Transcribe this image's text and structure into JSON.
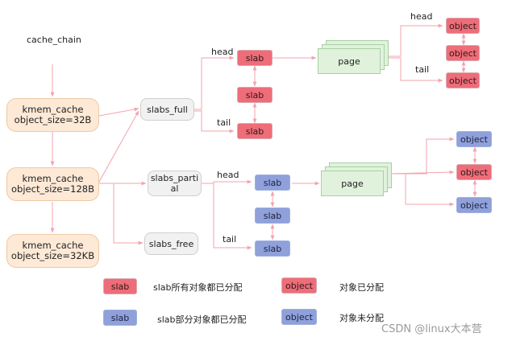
{
  "labels": {
    "cache_chain": "cache_chain",
    "head": "head",
    "tail": "tail"
  },
  "kmem": [
    {
      "line1": "kmem_cache",
      "line2": "object_size=32B"
    },
    {
      "line1": "kmem_cache",
      "line2": "object_size=128B"
    },
    {
      "line1": "kmem_cache",
      "line2": "object_size=32KB"
    }
  ],
  "lists": {
    "full": "slabs_full",
    "partial_line1": "slabs_parti",
    "partial_line2": "al",
    "free": "slabs_free"
  },
  "slab_label": "slab",
  "page_label": "page",
  "object_label": "object",
  "legend": {
    "full_slab": "slab所有对象都已分配",
    "partial_slab": "slab部分对象都已分配",
    "allocated_object": "对象已分配",
    "free_object": "对象未分配"
  },
  "watermark": "CSDN @linux大本营",
  "colors": {
    "allocated": "#ef6c79",
    "free": "#8fa0da",
    "kmem_fill": "#fde9d6",
    "page_fill": "#e0f2dc",
    "list_fill": "#f1f1f1",
    "connector": "#f3a3ad"
  }
}
